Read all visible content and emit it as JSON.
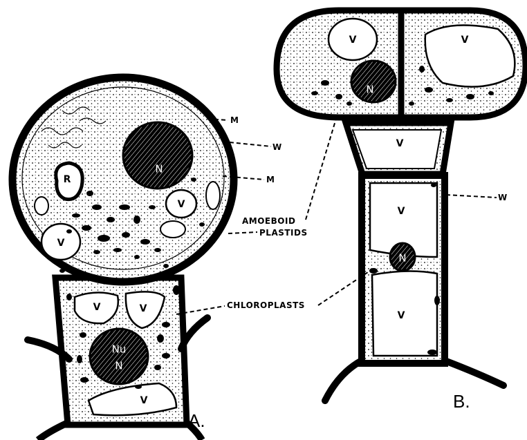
{
  "labels": {
    "m_top": "M",
    "w_a": "W",
    "m_mid": "M",
    "amoeboid": "AMOEBOID",
    "plastids": "PLASTIDS",
    "chloroplasts": "CHLOROPLASTS",
    "w_b": "W",
    "panel_a": "A.",
    "panel_b": "B."
  },
  "cell_labels": {
    "a_nucleus": "N",
    "a_r": "R",
    "a_v_right": "V",
    "a_v_left": "V",
    "a_stalk_v1": "V",
    "a_stalk_v2": "V",
    "a_nu": "Nu",
    "a_n_stalk": "N",
    "a_stalk_v3": "V",
    "b_top_v_left": "V",
    "b_top_v_right": "V",
    "b_nucleus_top": "N",
    "b_mid_v": "V",
    "b_long_v_upper": "V",
    "b_nucleus_stalk": "N",
    "b_long_v_lower": "V"
  }
}
